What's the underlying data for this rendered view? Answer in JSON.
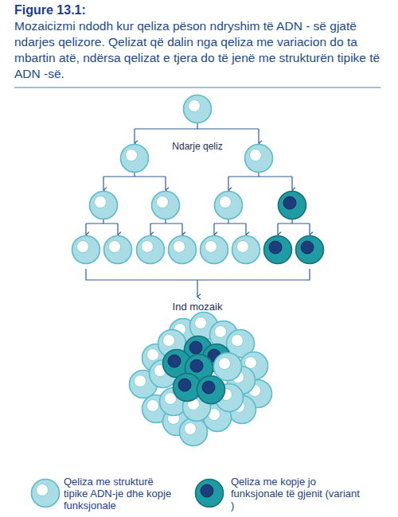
{
  "diagram": {
    "title": "Figure 13.1:",
    "caption": "Mozaicizmi ndodh kur qeliza pëson ndryshim të ADN - së gjatë ndarjes qelizore. Qelizat që dalin nga qeliza me variacion do ta mbartin atë, ndërsa qelizat e tjera do të jenë me strukturën tipike të ADN -së.",
    "labels": [
      "Ndarje qeliz",
      "Ind mozaik"
    ],
    "legend": [
      {
        "text": "Qeliza me strukturë tipike ADN-je dhe kopje funksjonale"
      },
      {
        "text": "Qeliza me kopje jo funksjonale të gjenit (variant )"
      }
    ]
  }
}
